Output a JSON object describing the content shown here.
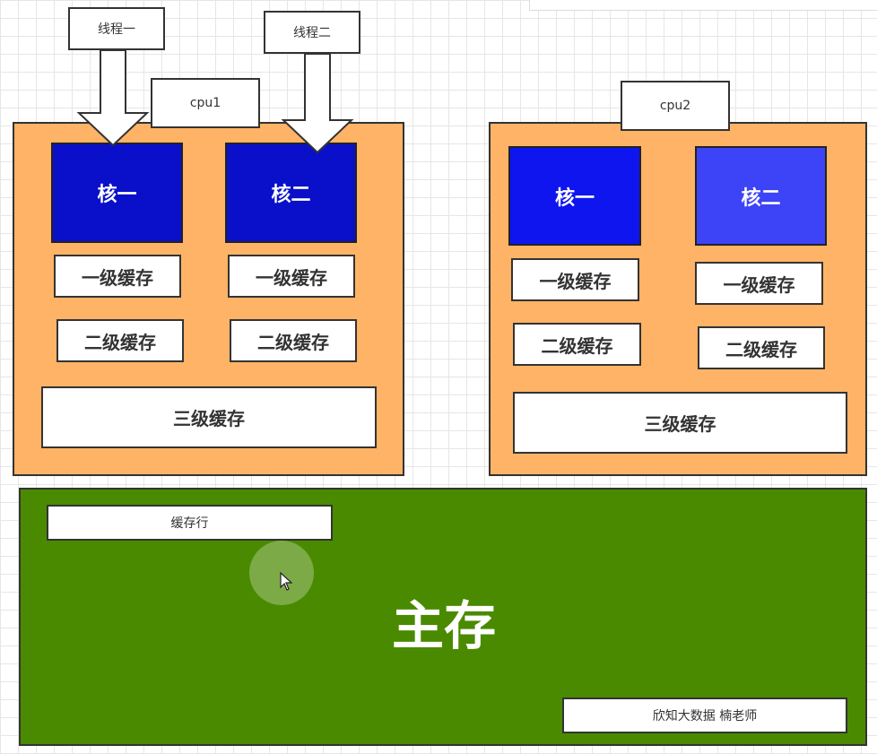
{
  "threads": [
    "线程一",
    "线程二"
  ],
  "cpus": [
    {
      "label": "cpu1",
      "cores": [
        {
          "label": "核一",
          "color": "#0a10c9"
        },
        {
          "label": "核二",
          "color": "#0a10c9"
        }
      ],
      "l1": "一级缓存",
      "l2": "二级缓存",
      "l3": "三级缓存"
    },
    {
      "label": "cpu2",
      "cores": [
        {
          "label": "核一",
          "color": "#0f15ee"
        },
        {
          "label": "核二",
          "color": "#3d44f7"
        }
      ],
      "l1": "一级缓存",
      "l2": "二级缓存",
      "l3": "三级缓存"
    }
  ],
  "memory": {
    "title": "主存",
    "cache_line": "缓存行",
    "author": "欣知大数据  楠老师",
    "color": "#4a8a00"
  },
  "cpu_color": "#ffb366"
}
